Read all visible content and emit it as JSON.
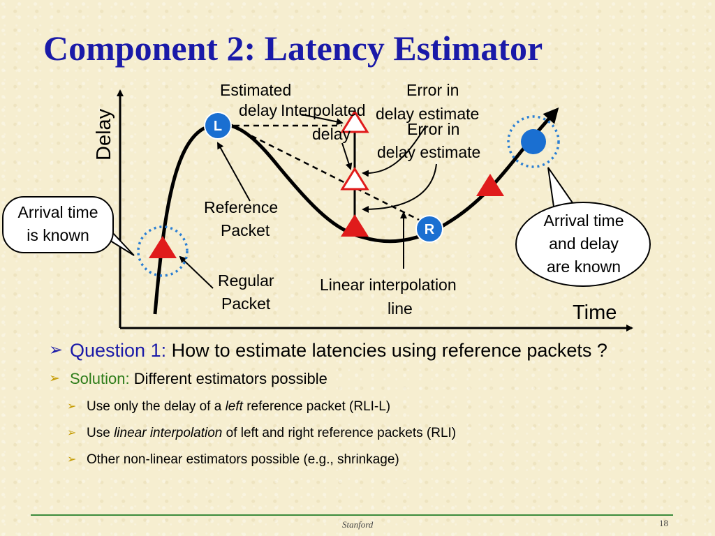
{
  "slide": {
    "title": "Component 2: Latency Estimator",
    "footer": "Stanford",
    "page_number": "18"
  },
  "diagram": {
    "y_axis_label": "Delay",
    "x_axis_label": "Time",
    "left_ref_label": "L",
    "right_ref_label": "R",
    "labels": {
      "estimated_delay_1": "Estimated",
      "estimated_delay_2": "delay",
      "interpolated_delay_1": "Interpolated",
      "interpolated_delay_2": "delay",
      "error_top_1": "Error in",
      "error_top_2": "delay estimate",
      "error_mid_1": "Error in",
      "error_mid_2": "delay estimate",
      "reference_packet_1": "Reference",
      "reference_packet_2": "Packet",
      "regular_packet_1": "Regular",
      "regular_packet_2": "Packet",
      "linear_interp_1": "Linear interpolation",
      "linear_interp_2": "line"
    },
    "callouts": {
      "left_1": "Arrival time",
      "left_2": "is known",
      "right_1": "Arrival time",
      "right_2": "and delay",
      "right_3": "are known"
    },
    "colors": {
      "reference_packet": "#1a6fd1",
      "regular_packet": "#e01b1b",
      "dotted_ring": "#2b7fd4",
      "title": "#1a1aa8"
    }
  },
  "bullets": {
    "q1_prefix": "Question 1:",
    "q1_text": " How to estimate latencies using reference packets ?",
    "solution_prefix": "Solution:",
    "solution_text": " Different estimators possible",
    "sub1_a": "Use only the delay of a ",
    "sub1_b": "left",
    "sub1_c": " reference packet (RLI-L)",
    "sub2_a": "Use ",
    "sub2_b": "linear interpolation",
    "sub2_c": " of left and right reference packets (RLI)",
    "sub3": "Other non-linear estimators possible (e.g., shrinkage)"
  }
}
